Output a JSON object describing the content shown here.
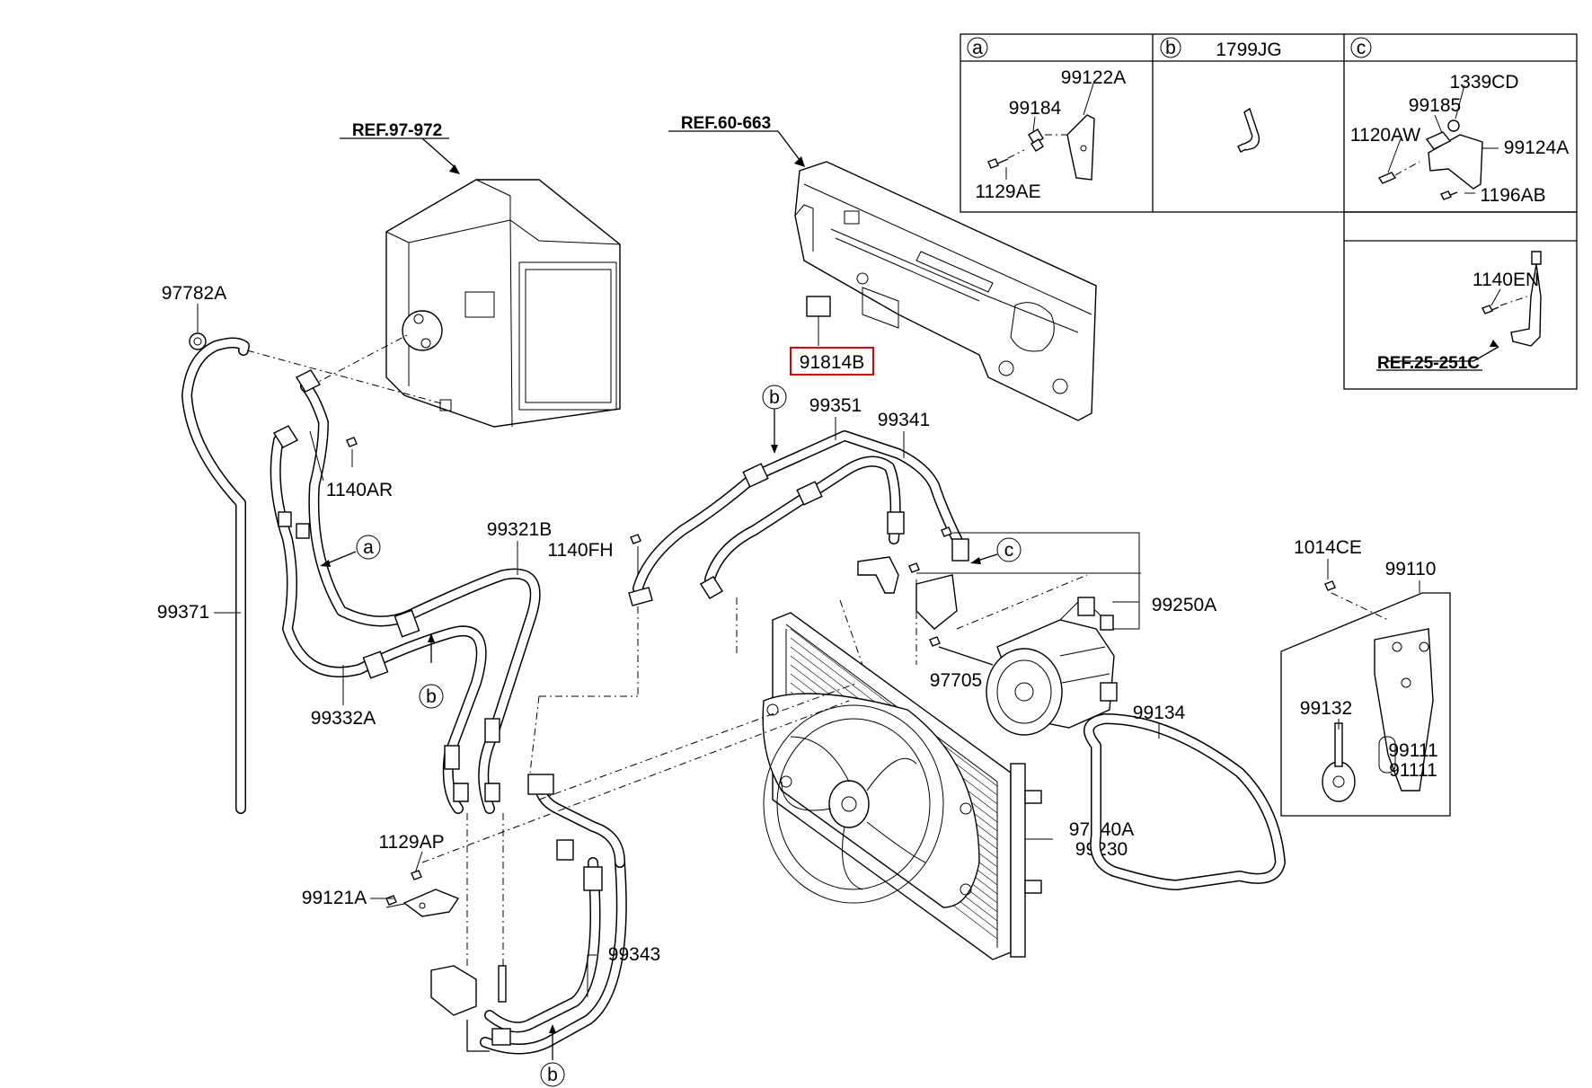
{
  "refs": {
    "ref_97_972": "REF.97-972",
    "ref_60_663": "REF.60-663",
    "ref_25_251c": "REF.25-251C"
  },
  "inset": {
    "a_marker": "a",
    "b_marker": "b",
    "b_part": "1799JG",
    "c_marker": "c",
    "a_parts": [
      "99122A",
      "99184",
      "1129AE"
    ],
    "c_parts": [
      "1339CD",
      "99185",
      "1120AW",
      "99124A",
      "1196AB"
    ],
    "bracket_part": "1140EN"
  },
  "labels": {
    "p97782A": "97782A",
    "p1140AR": "1140AR",
    "p91814B": "91814B",
    "p99351": "99351",
    "p99341": "99341",
    "p99321B": "99321B",
    "p1140FH": "1140FH",
    "p99371": "99371",
    "p99332A": "99332A",
    "p99250A": "99250A",
    "p97705": "97705",
    "p1014CE": "1014CE",
    "p99110": "99110",
    "p99132": "99132",
    "p99111": "99111",
    "p91111": "91111",
    "p99134": "99134",
    "p97640A": "97640A",
    "p99230": "99230",
    "p1129AP": "1129AP",
    "p99121A": "99121A",
    "p99343": "99343"
  },
  "markers": {
    "a": "a",
    "b": "b",
    "c": "c"
  },
  "highlight_color": "#e00000"
}
